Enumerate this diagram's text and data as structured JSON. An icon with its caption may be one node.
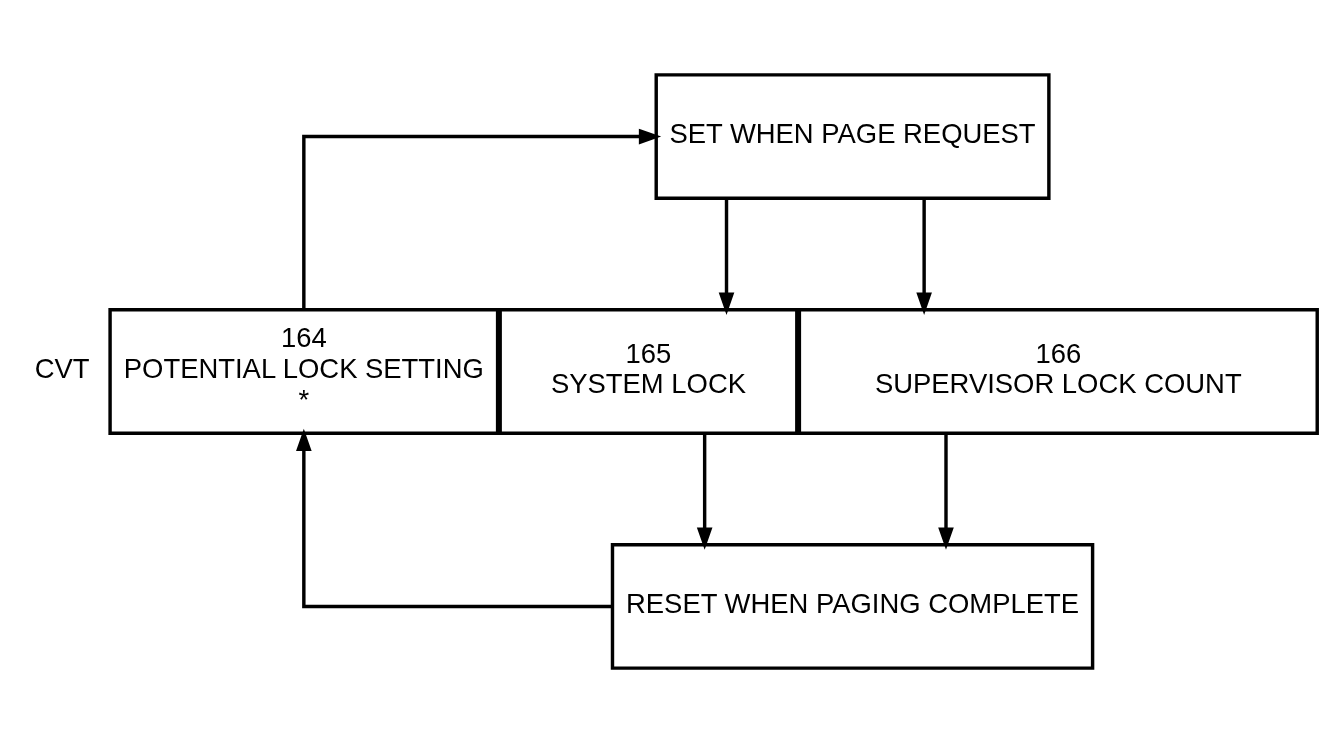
{
  "diagram": {
    "nodes": [
      {
        "text": [
          "SET WHEN PAGE REQUEST"
        ]
      },
      {
        "text": [
          "164",
          "POTENTIAL LOCK SETTING",
          "*"
        ]
      },
      {
        "text": [
          "165",
          "SYSTEM LOCK"
        ]
      },
      {
        "text": [
          "166",
          "SUPERVISOR LOCK COUNT"
        ]
      },
      {
        "text": [
          "RESET WHEN PAGING COMPLETE"
        ]
      }
    ],
    "edges": [
      {
        "from": 1,
        "to": 0,
        "arrow": "to"
      },
      {
        "from": 0,
        "to": 2,
        "arrow": "to"
      },
      {
        "from": 0,
        "to": 3,
        "arrow": "to"
      },
      {
        "from": 2,
        "to": 4,
        "arrow": "to"
      },
      {
        "from": 3,
        "to": 4,
        "arrow": "to"
      },
      {
        "from": 4,
        "to": 1,
        "arrow": "to"
      }
    ],
    "labels": [
      "CVT"
    ]
  }
}
